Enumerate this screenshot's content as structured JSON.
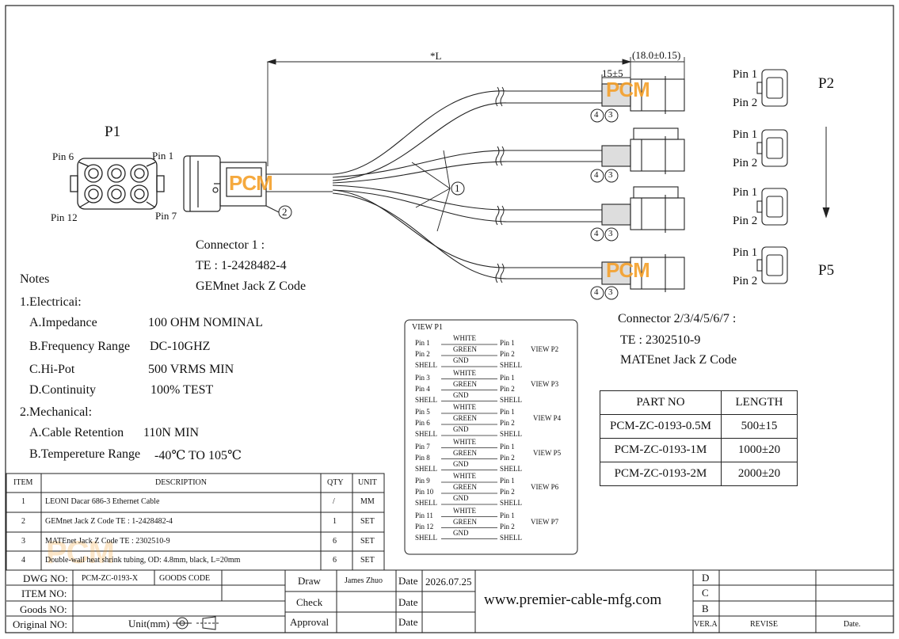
{
  "connectors": {
    "p1": {
      "label": "P1",
      "pin6": "Pin 6",
      "pin1": "Pin 1",
      "pin12": "Pin 12",
      "pin7": "Pin 7"
    },
    "p2": "P2",
    "p5": "P5",
    "right_pins": [
      {
        "a": "Pin 1",
        "b": "Pin 2"
      },
      {
        "a": "Pin 1",
        "b": "Pin 2"
      },
      {
        "a": "Pin 1",
        "b": "Pin 2"
      },
      {
        "a": "Pin 1",
        "b": "Pin 2"
      }
    ],
    "connector1": [
      "Connector 1 :",
      "TE : 1-2428482-4",
      "GEMnet Jack Z Code"
    ],
    "connector2": [
      "Connector 2/3/4/5/6/7 :",
      "TE : 2302510-9",
      "MATEnet Jack Z Code"
    ]
  },
  "dimensions": {
    "length": "*L",
    "tail": "(18.0±0.15)",
    "shrink": "15±5"
  },
  "balloons": {
    "one": "1",
    "two": "2",
    "three": "3",
    "four": "4"
  },
  "logo_text": "PCM",
  "notes": {
    "title": "Notes",
    "electrical": "1.Electricai:",
    "items": [
      {
        "label": "A.Impedance",
        "value": "100 OHM NOMINAL"
      },
      {
        "label": "B.Frequency Range",
        "value": "DC-10GHZ"
      },
      {
        "label": "C.Hi-Pot",
        "value": "500 VRMS MIN"
      },
      {
        "label": "D.Continuity",
        "value": "100% TEST"
      }
    ],
    "mechanical": "2.Mechanical:",
    "mech_items": [
      {
        "label": "A.Cable Retention",
        "value": "110N MIN"
      },
      {
        "label": "B.Tempereture Range",
        "value": "-40℃ TO 105℃"
      }
    ]
  },
  "wiring": {
    "title": "VIEW P1",
    "groups": [
      {
        "l1": "Pin 1",
        "l2": "Pin 2",
        "l3": "SHELL",
        "view": "VIEW P2"
      },
      {
        "l1": "Pin 3",
        "l2": "Pin 4",
        "l3": "SHELL",
        "view": "VIEW P3"
      },
      {
        "l1": "Pin 5",
        "l2": "Pin 6",
        "l3": "SHELL",
        "view": "VIEW P4"
      },
      {
        "l1": "Pin 7",
        "l2": "Pin 8",
        "l3": "SHELL",
        "view": "VIEW P5"
      },
      {
        "l1": "Pin 9",
        "l2": "Pin 10",
        "l3": "SHELL",
        "view": "VIEW P6"
      },
      {
        "l1": "Pin 11",
        "l2": "Pin 12",
        "l3": "SHELL",
        "view": "VIEW P7"
      }
    ],
    "right": {
      "r1": "Pin 1",
      "r2": "Pin 2",
      "r3": "SHELL"
    },
    "wires": {
      "w1": "WHITE",
      "w2": "GREEN",
      "w3": "GND"
    }
  },
  "part_table": {
    "headers": [
      "PART NO",
      "LENGTH"
    ],
    "rows": [
      [
        "PCM-ZC-0193-0.5M",
        "500±15"
      ],
      [
        "PCM-ZC-0193-1M",
        "1000±20"
      ],
      [
        "PCM-ZC-0193-2M",
        "2000±20"
      ]
    ]
  },
  "bom": {
    "headers": [
      "ITEM",
      "DESCRIPTION",
      "QTY",
      "UNIT"
    ],
    "rows": [
      [
        "1",
        "LEONI Dacar 686-3 Ethernet Cable",
        "/",
        "MM"
      ],
      [
        "2",
        "GEMnet Jack Z Code TE : 1-2428482-4",
        "1",
        "SET"
      ],
      [
        "3",
        "MATEnet Jack Z Code TE : 2302510-9",
        "6",
        "SET"
      ],
      [
        "4",
        "Double-wall heat shrink tubing, OD: 4.8mm, black, L=20mm",
        "6",
        "SET"
      ]
    ]
  },
  "title_block": {
    "dwg_label": "DWG NO:",
    "dwg_value": "PCM-ZC-0193-X",
    "goods_code": "GOODS CODE",
    "item_label": "ITEM NO:",
    "goods_label": "Goods NO:",
    "original_label": "Original NO:",
    "unit": "Unit(mm)",
    "draw": "Draw",
    "drawer": "James Zhuo",
    "check": "Check",
    "approval": "Approval",
    "date": "Date",
    "date_value": "2026.07.25",
    "website": "www.premier-cable-mfg.com",
    "rev_d": "D",
    "rev_c": "C",
    "rev_b": "B",
    "vera": "VER.A",
    "revise": "REVISE",
    "date2": "Date."
  }
}
